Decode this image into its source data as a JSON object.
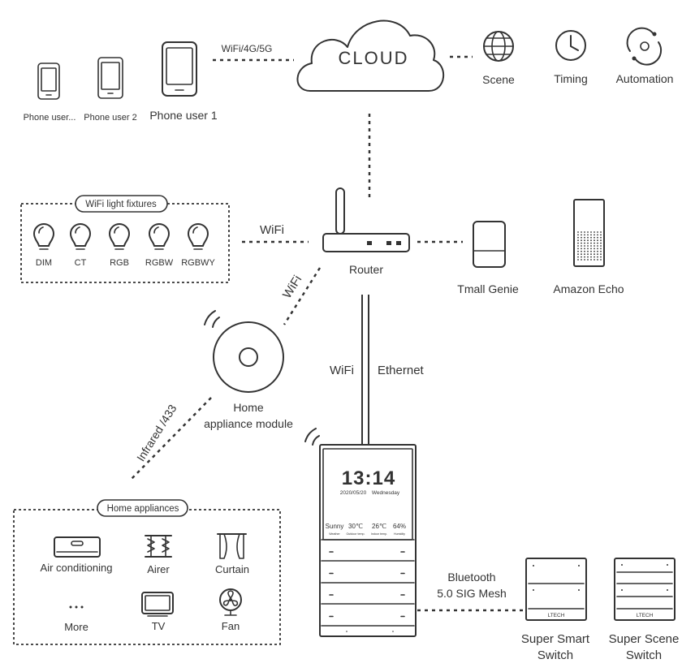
{
  "cloud": {
    "label": "CLOUD",
    "link_label": "WiFi/4G/5G"
  },
  "phones": [
    {
      "label": "Phone user..."
    },
    {
      "label": "Phone user 2"
    },
    {
      "label": "Phone user 1"
    }
  ],
  "cloud_services": [
    {
      "label": "Scene",
      "icon": "globe-icon"
    },
    {
      "label": "Timing",
      "icon": "clock-icon"
    },
    {
      "label": "Automation",
      "icon": "automation-icon"
    }
  ],
  "light_fixtures": {
    "title": "WiFi light fixtures",
    "link_label": "WiFi",
    "items": [
      "DIM",
      "CT",
      "RGB",
      "RGBW",
      "RGBWY"
    ]
  },
  "router": {
    "label": "Router"
  },
  "speakers": [
    {
      "label": "Tmall Genie"
    },
    {
      "label": "Amazon Echo"
    }
  ],
  "module": {
    "label_line1": "Home",
    "label_line2": "appliance module",
    "wifi_label": "WiFi",
    "ir_label": "Infrared /433"
  },
  "trunk": {
    "wifi_label": "WiFi",
    "ethernet_label": "Ethernet"
  },
  "appliances": {
    "title": "Home appliances",
    "items": [
      {
        "label": "Air conditioning",
        "icon": "air-conditioner-icon"
      },
      {
        "label": "Airer",
        "icon": "airer-icon"
      },
      {
        "label": "Curtain",
        "icon": "curtain-icon"
      },
      {
        "label": "More",
        "icon": "more-icon"
      },
      {
        "label": "TV",
        "icon": "tv-icon"
      },
      {
        "label": "Fan",
        "icon": "fan-icon"
      }
    ]
  },
  "panel": {
    "time": "13:14",
    "date": "2020/05/20",
    "weekday": "Wednesday",
    "weather": [
      {
        "value": "Sunny",
        "caption": "Weather"
      },
      {
        "value": "30℃",
        "caption": "Outdoor temp."
      },
      {
        "value": "26℃",
        "caption": "Indoor temp."
      },
      {
        "value": "64%",
        "caption": "Humidity"
      }
    ]
  },
  "mesh": {
    "label_line1": "Bluetooth",
    "label_line2": "5.0 SIG Mesh"
  },
  "switches": [
    {
      "brand": "LTECH",
      "label_line1": "Super Smart",
      "label_line2": "Switch"
    },
    {
      "brand": "LTECH",
      "label_line1": "Super Scene",
      "label_line2": "Switch"
    }
  ]
}
